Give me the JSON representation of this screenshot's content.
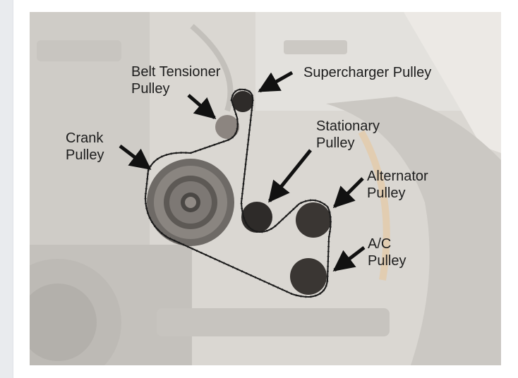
{
  "labels": {
    "belt_tensioner": [
      "Belt Tensioner",
      "Pulley"
    ],
    "supercharger": "Supercharger Pulley",
    "stationary": [
      "Stationary",
      "Pulley"
    ],
    "crank": [
      "Crank",
      "Pulley"
    ],
    "alternator": [
      "Alternator",
      "Pulley"
    ],
    "ac": [
      "A/C",
      "Pulley"
    ]
  },
  "colors": {
    "photo_bg": "#d9d6d1",
    "belt": "#1a1a1a",
    "pulley_dark": "#2e2b29",
    "pulley_light": "#8c8580"
  }
}
